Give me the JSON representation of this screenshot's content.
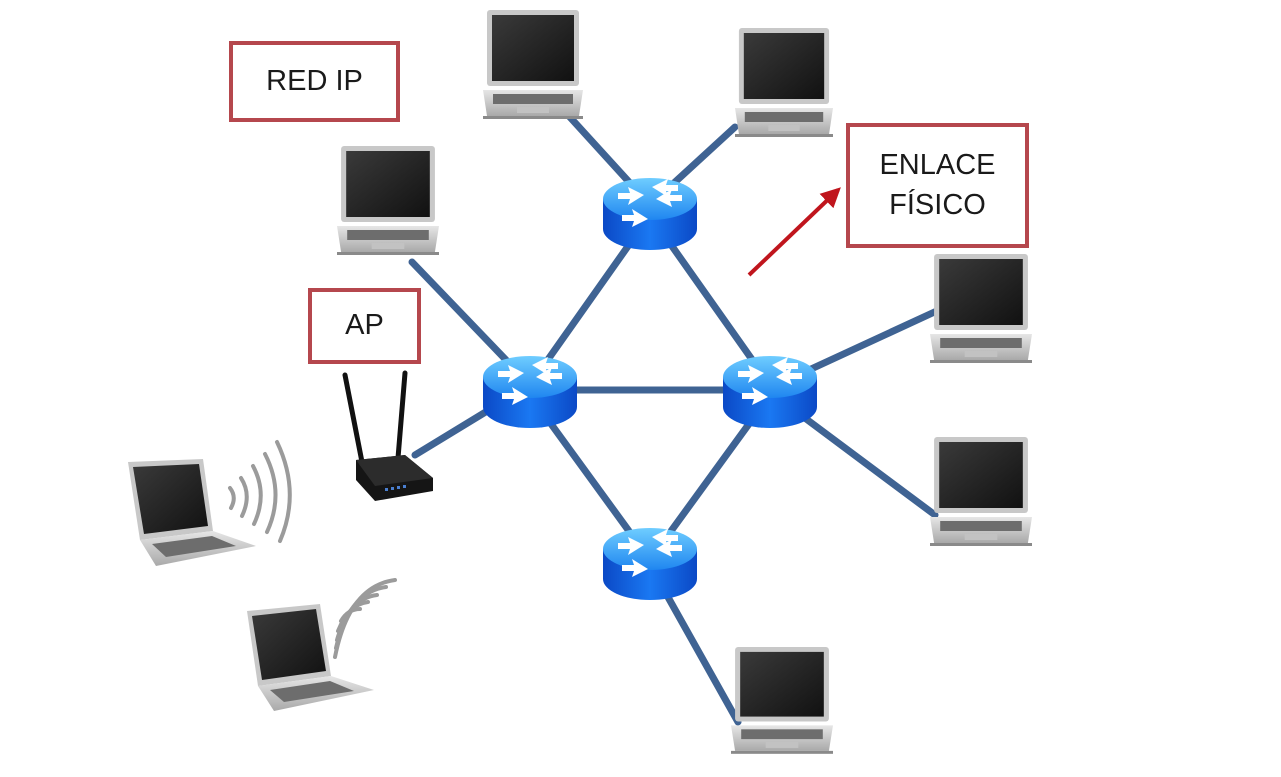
{
  "labels": {
    "red_ip": "RED IP",
    "ap": "AP",
    "enlace_fisico": "ENLACE\nFÍSICO"
  },
  "colors": {
    "link": "#3f6393",
    "label_border": "#b5474d",
    "arrow": "#c0151d",
    "router_top": "#49b6ff",
    "router_side": "#0a56d8"
  },
  "icons": {
    "router": "router-icon",
    "laptop": "laptop-icon",
    "access_point": "wireless-access-point-icon",
    "wifi_waves": "wifi-signal-icon",
    "arrow": "arrow-icon"
  }
}
